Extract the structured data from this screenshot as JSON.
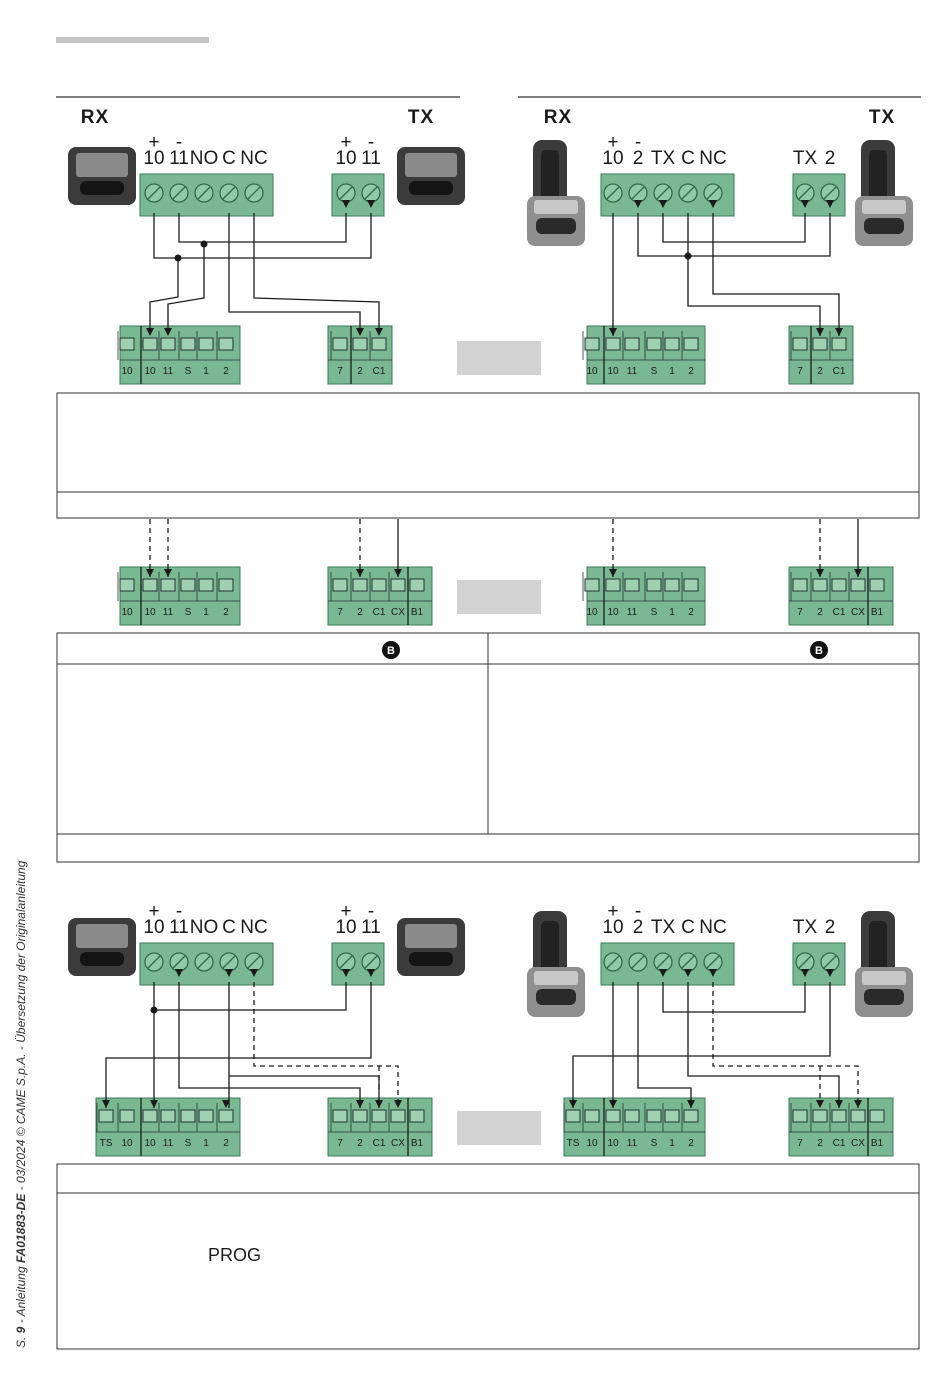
{
  "colors": {
    "terminal_green": "#7ab893",
    "terminal_dark": "#3b7a57",
    "screw": "#2f6a4c",
    "wire": "#1a1a1a",
    "header_bar": "#c3c3c3",
    "grey_box": "#d2d2d2",
    "device_dark": "#3b3b3b",
    "device_light": "#8f8f8f"
  },
  "header": {
    "rx_label": "RX",
    "tx_label": "TX"
  },
  "blocks": {
    "rx_a": {
      "polarity": [
        "+",
        "-"
      ],
      "labels": [
        "10",
        "11",
        "NO",
        "C",
        "NC"
      ]
    },
    "tx_a": {
      "polarity": [
        "+",
        "-"
      ],
      "labels": [
        "10",
        "11"
      ]
    },
    "rx_b": {
      "polarity": [
        "+",
        "-"
      ],
      "labels": [
        "10",
        "2",
        "TX",
        "C",
        "NC"
      ]
    },
    "tx_b": {
      "labels": [
        "TX",
        "2"
      ]
    }
  },
  "panels": {
    "a": [
      "10",
      "10",
      "11",
      "S",
      "1",
      "2"
    ],
    "b": [
      "7",
      "2",
      "C1"
    ],
    "c": [
      "7",
      "2",
      "C1",
      "CX",
      "B1"
    ],
    "d": [
      "TS",
      "10",
      "10",
      "11",
      "S",
      "1",
      "2"
    ]
  },
  "badges": [
    "B",
    "B"
  ],
  "section3": {
    "prog_label": "PROG"
  },
  "footer": {
    "prefix": "S.",
    "page": "9",
    "middle": " - Anleitung ",
    "doc": "FA01883-DE",
    "suffix": " - 03/2024 © CAME S.p.A. - Übersetzung der Originalanleitung"
  }
}
